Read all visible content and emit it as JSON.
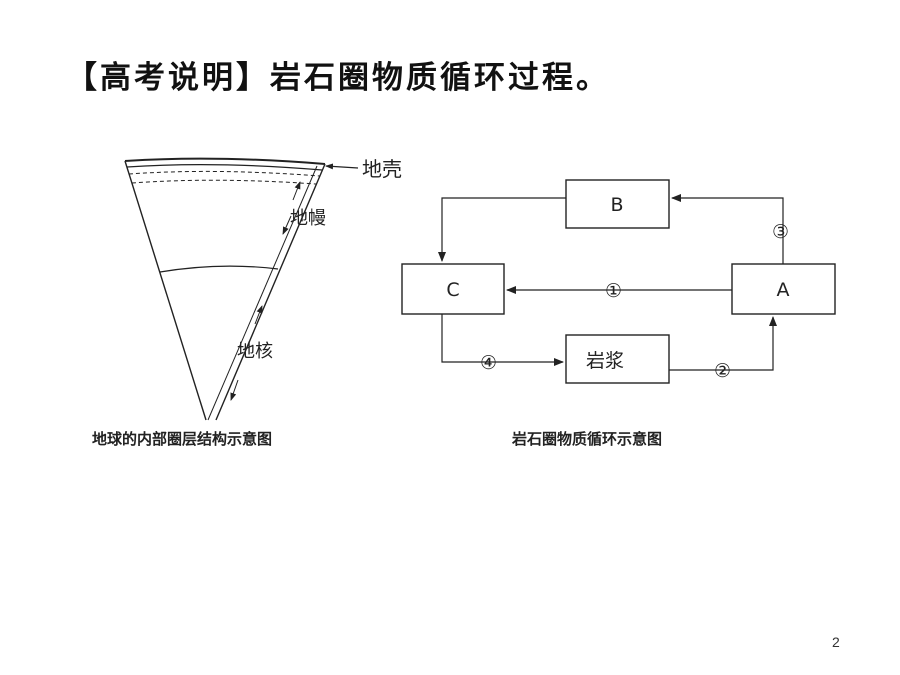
{
  "slide": {
    "title": "【高考说明】岩石圈物质循环过程。",
    "page_number": "2"
  },
  "earth_diagram": {
    "caption": "地球的内部圈层结构示意图",
    "labels": {
      "crust": "地壳",
      "mantle": "地幔",
      "core": "地核"
    }
  },
  "cycle_diagram": {
    "caption": "岩石圈物质循环示意图",
    "nodes": {
      "a": "A",
      "b": "B",
      "c": "C",
      "magma": "岩浆"
    },
    "arrows": {
      "one": "①",
      "two": "②",
      "three": "③",
      "four": "④"
    }
  }
}
